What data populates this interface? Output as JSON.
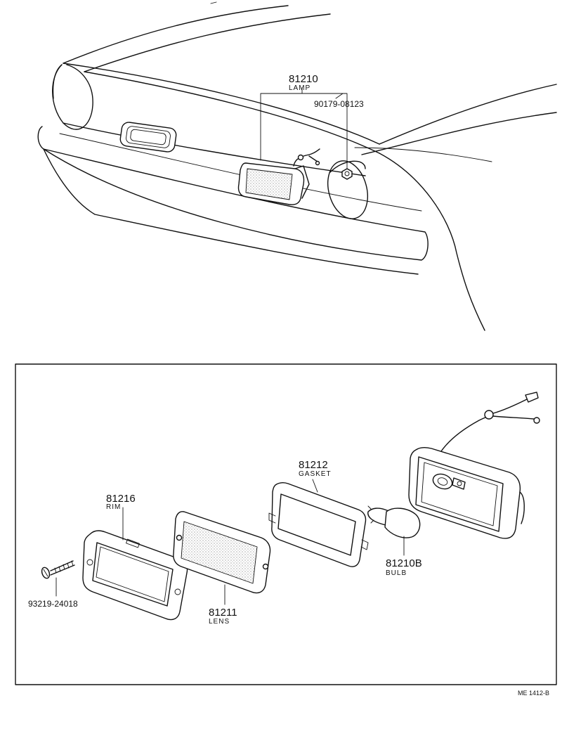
{
  "top_view": {
    "lamp_assembly": {
      "part_no": "81210",
      "name": "LAMP"
    },
    "nut": {
      "part_no": "90179-08123"
    }
  },
  "exploded_view": {
    "rim": {
      "part_no": "81216",
      "name": "RIM"
    },
    "lens": {
      "part_no": "81211",
      "name": "LENS"
    },
    "gasket": {
      "part_no": "81212",
      "name": "GASKET"
    },
    "bulb": {
      "part_no": "81210B",
      "name": "BULB"
    },
    "screw": {
      "part_no": "93219-24018"
    }
  },
  "drawing_ref": "ME 1412-B"
}
